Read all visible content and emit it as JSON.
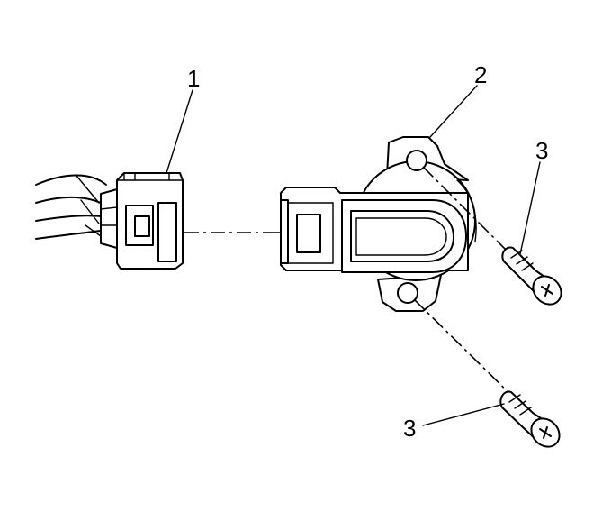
{
  "callouts": {
    "connector": "1",
    "sensor": "2",
    "screw_upper": "3",
    "screw_lower": "3"
  }
}
